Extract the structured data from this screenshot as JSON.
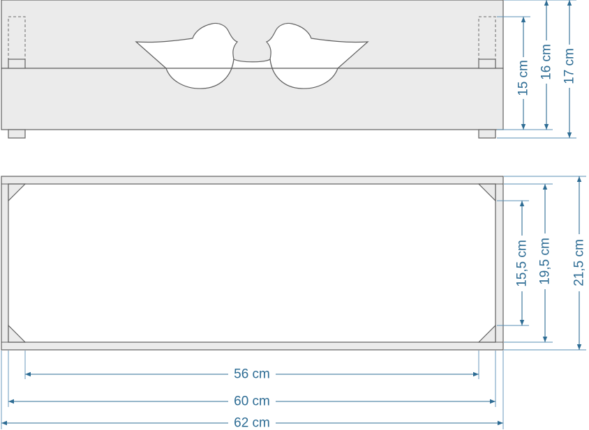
{
  "side_view": {
    "dimensions": {
      "inner_height": "15 cm",
      "mid_height": "16 cm",
      "total_height": "17 cm"
    }
  },
  "top_view": {
    "dimensions": {
      "brace_span": "15,5 cm",
      "inner_depth": "19,5 cm",
      "outer_depth": "21,5 cm",
      "inner_length": "56 cm",
      "mid_length": "60 cm",
      "outer_length": "62 cm"
    }
  },
  "colors": {
    "dimension": "#2d6c94",
    "part_fill": "#ebebeb",
    "outline": "#5f5f5f"
  }
}
